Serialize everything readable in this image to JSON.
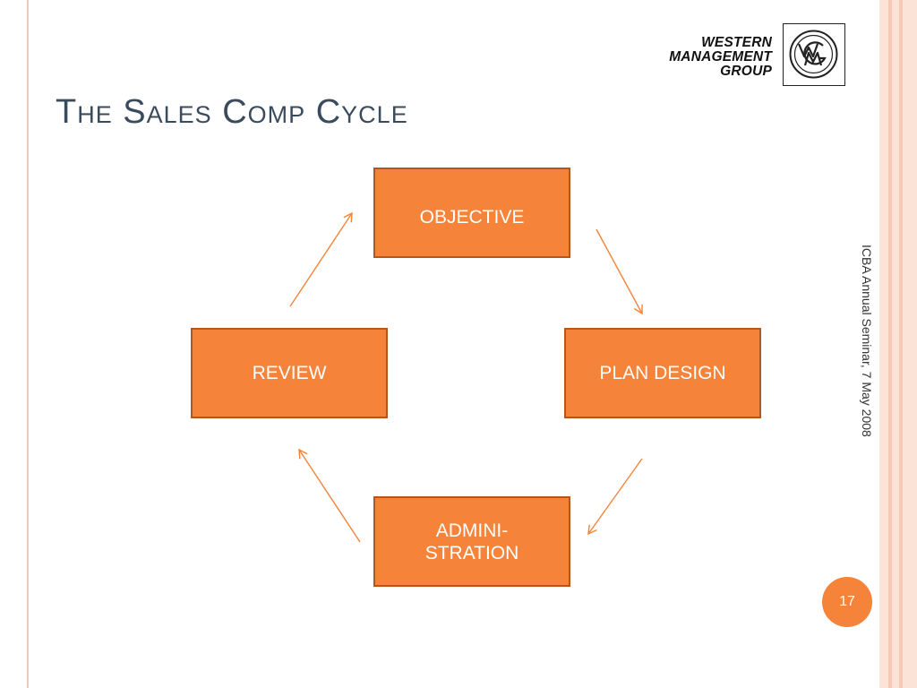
{
  "slide": {
    "title": "The Sales Comp Cycle",
    "side_text": "ICBA Annual Seminar, 7 May 2008",
    "page_number": "17"
  },
  "logo": {
    "lines": [
      "WESTERN",
      "MANAGEMENT",
      "GROUP"
    ],
    "mark_letters": "WMG"
  },
  "diagram": {
    "nodes": [
      {
        "id": "objective",
        "label": "OBJECTIVE"
      },
      {
        "id": "plan",
        "label": "PLAN DESIGN"
      },
      {
        "id": "admin",
        "label": "ADMINI-\nSTRATION"
      },
      {
        "id": "review",
        "label": "REVIEW"
      }
    ],
    "edges": [
      {
        "from": "objective",
        "to": "plan"
      },
      {
        "from": "plan",
        "to": "admin"
      },
      {
        "from": "admin",
        "to": "review"
      },
      {
        "from": "review",
        "to": "objective"
      }
    ]
  },
  "colors": {
    "accent": "#f5843a",
    "box_border": "#b3571f",
    "title": "#3b4b5e",
    "stripe_light": "#fbe3d8",
    "stripe_dark": "#f6c9b6"
  }
}
